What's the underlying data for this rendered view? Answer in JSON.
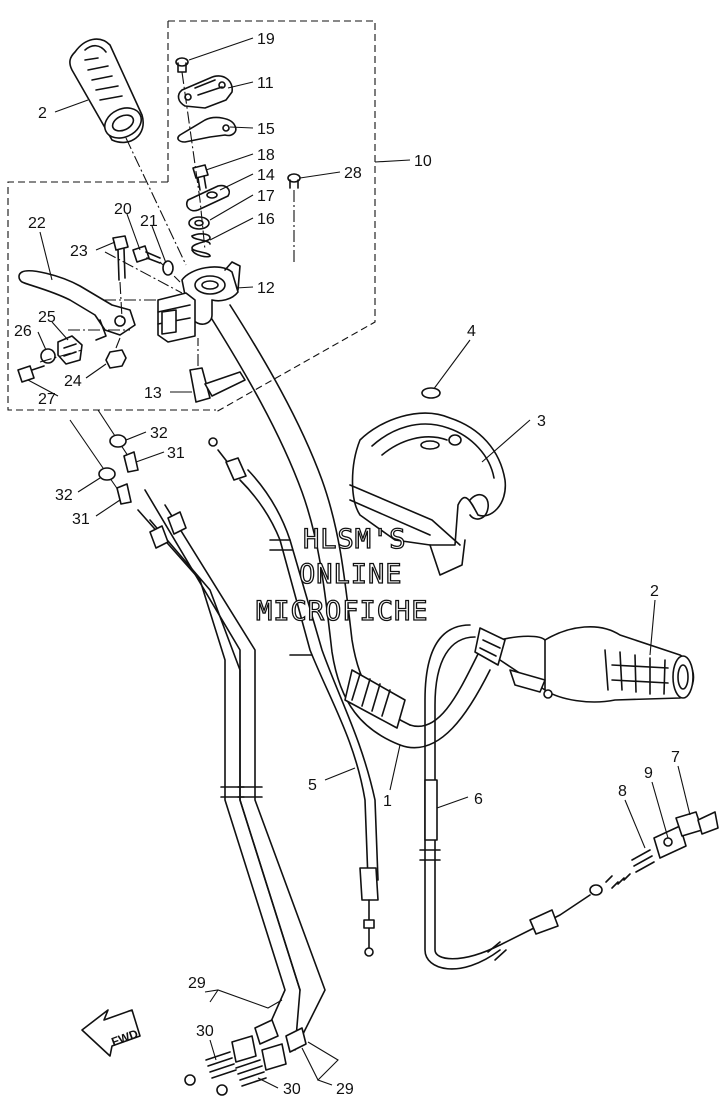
{
  "callouts": [
    "19",
    "11",
    "15",
    "18",
    "14",
    "17",
    "16",
    "28",
    "10",
    "2",
    "22",
    "20",
    "21",
    "23",
    "12",
    "25",
    "26",
    "24",
    "27",
    "13",
    "4",
    "3",
    "32",
    "31",
    "32",
    "31",
    "2",
    "5",
    "1",
    "6",
    "8",
    "9",
    "7",
    "29",
    "30",
    "30",
    "29"
  ],
  "watermark": [
    "HLSM'S",
    "ONLINE",
    "MICROFICHE"
  ],
  "fwd_label": "FWD"
}
